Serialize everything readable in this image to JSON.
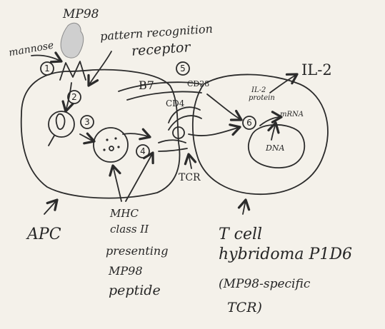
{
  "labels": {
    "mp98": "MP98",
    "mannose": "mannose",
    "prr_line1": "pattern recognition",
    "prr_line2": "receptor",
    "b7": "B7",
    "cd28": "CD28",
    "cd4": "CD4",
    "il2": "IL-2",
    "il2_protein_line1": "IL-2",
    "il2_protein_line2": "protein",
    "mrna": "mRNA",
    "nucleus": "DNA",
    "tcr": "TCR",
    "apc": "APC",
    "mhc_line1": "MHC",
    "mhc_line2": "class II",
    "mhc_line3": "presenting",
    "mhc_line4": "MP98",
    "mhc_line5": "peptide",
    "tcell_line1": "T cell",
    "tcell_line2": "hybridoma P1D6",
    "tcell_line3": "(MP98-specific",
    "tcell_line4": "TCR)"
  },
  "steps": [
    "1",
    "2",
    "3",
    "4",
    "5",
    "6"
  ],
  "colors": {
    "ink": "#2b2b2b",
    "paper": "#f4f1ea",
    "mp98_fill": "#cfcfcf"
  }
}
